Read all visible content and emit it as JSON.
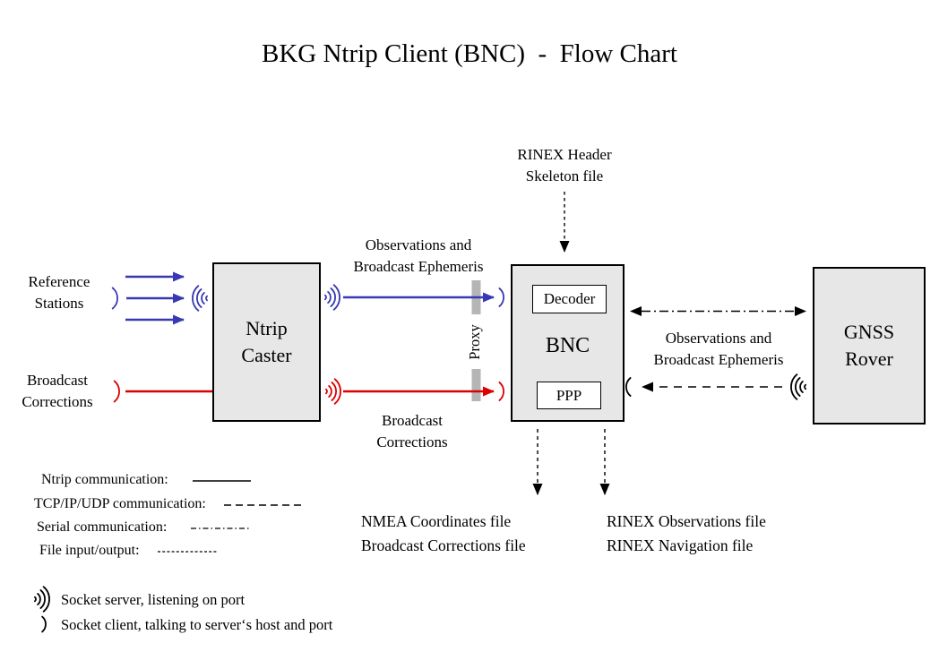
{
  "title": "BKG Ntrip Client (BNC)  -  Flow Chart",
  "colors": {
    "blue": "#3838b4",
    "red": "#dd0000",
    "box_fill": "#e7e7e7",
    "box_border": "#000000",
    "proxy": "#b5b5b5",
    "text": "#000000",
    "background": "#ffffff"
  },
  "nodes": {
    "ntrip_caster": {
      "lines": [
        "Ntrip",
        "Caster"
      ]
    },
    "bnc": {
      "label": "BNC",
      "decoder": "Decoder",
      "ppp": "PPP"
    },
    "gnss_rover": {
      "lines": [
        "GNSS",
        "Rover"
      ]
    }
  },
  "labels": {
    "reference_stations": [
      "Reference",
      "Stations"
    ],
    "broadcast_corrections_input": [
      "Broadcast",
      "Corrections"
    ],
    "observations_ephemeris_top": [
      "Observations and",
      "Broadcast Ephemeris"
    ],
    "broadcast_corrections_stream": [
      "Broadcast",
      "Corrections"
    ],
    "rinex_header_skeleton": [
      "RINEX Header",
      "Skeleton file"
    ],
    "observations_ephemeris_rover": [
      "Observations and",
      "Broadcast Ephemeris"
    ],
    "proxy": "Proxy",
    "nmea_output": [
      "NMEA Coordinates file",
      "Broadcast Corrections file"
    ],
    "rinex_output": [
      "RINEX Observations file",
      "RINEX Navigation file"
    ]
  },
  "legend": {
    "items": [
      {
        "label": "Ntrip communication:",
        "style": "solid"
      },
      {
        "label": "TCP/IP/UDP communication:",
        "style": "dashed"
      },
      {
        "label": "Serial communication:",
        "style": "dashdot"
      },
      {
        "label": "File input/output:",
        "style": "finedash"
      }
    ],
    "socket_server": "Socket server, listening on port",
    "socket_client": "Socket client, talking to server‘s host and port"
  }
}
